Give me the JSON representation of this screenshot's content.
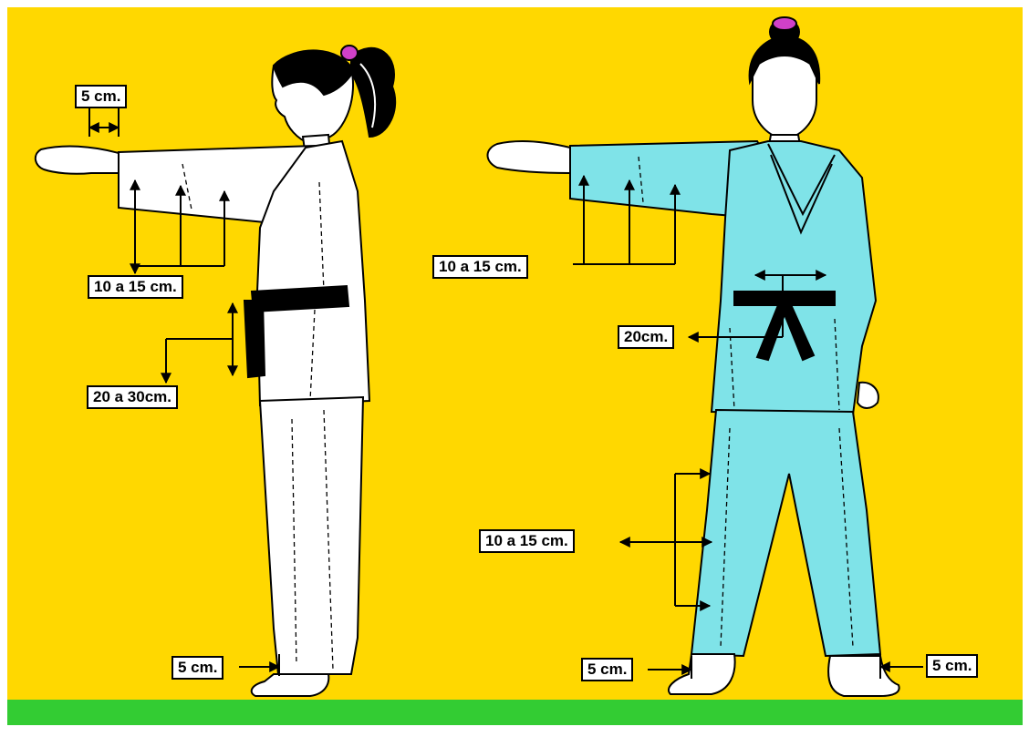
{
  "colors": {
    "background": "#FFD800",
    "ground": "#33CC33",
    "gi_left": "#FFFFFF",
    "gi_right": "#7FE3E8",
    "belt": "#000000",
    "skin": "#FFFFFF",
    "hair": "#000000",
    "hair_tie": "#D040C8"
  },
  "figures": {
    "side_view": {
      "labels": {
        "sleeve_end": "5 cm.",
        "sleeve_width": "10 a 15 cm.",
        "jacket_below_belt": "20 a 30cm.",
        "trouser_hem": "5 cm."
      }
    },
    "front_view": {
      "labels": {
        "sleeve_width": "10 a 15 cm.",
        "belt_ends": "20cm.",
        "trouser_width": "10 a 15 cm.",
        "trouser_hem_left": "5 cm.",
        "trouser_hem_right": "5 cm."
      }
    }
  }
}
